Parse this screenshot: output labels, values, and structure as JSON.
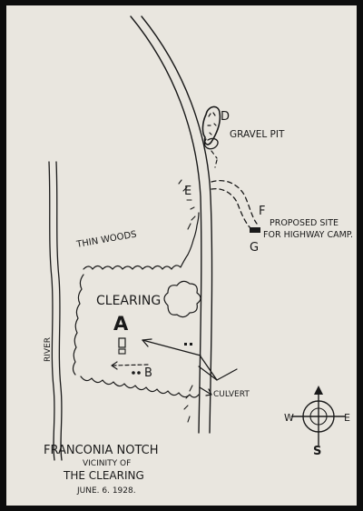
{
  "map": {
    "labels": {
      "gravel_pit": "GRAVEL PIT",
      "d": "D",
      "e": "E",
      "f": "F",
      "g": "G",
      "proposed_site_line1": "PROPOSED SITE",
      "proposed_site_line2": "FOR HIGHWAY CAMP.",
      "thin_woods": "THIN WOODS",
      "clearing": "CLEARING",
      "a": "A",
      "b": "B",
      "river": "RIVER",
      "culvert": "CULVERT"
    },
    "compass": {
      "west": "W",
      "east": "E",
      "south": "S"
    },
    "title_block": {
      "line1": "FRANCONIA NOTCH",
      "line2": "VICINITY OF",
      "line3": "THE CLEARING",
      "date": "JUNE. 6. 1928."
    }
  }
}
